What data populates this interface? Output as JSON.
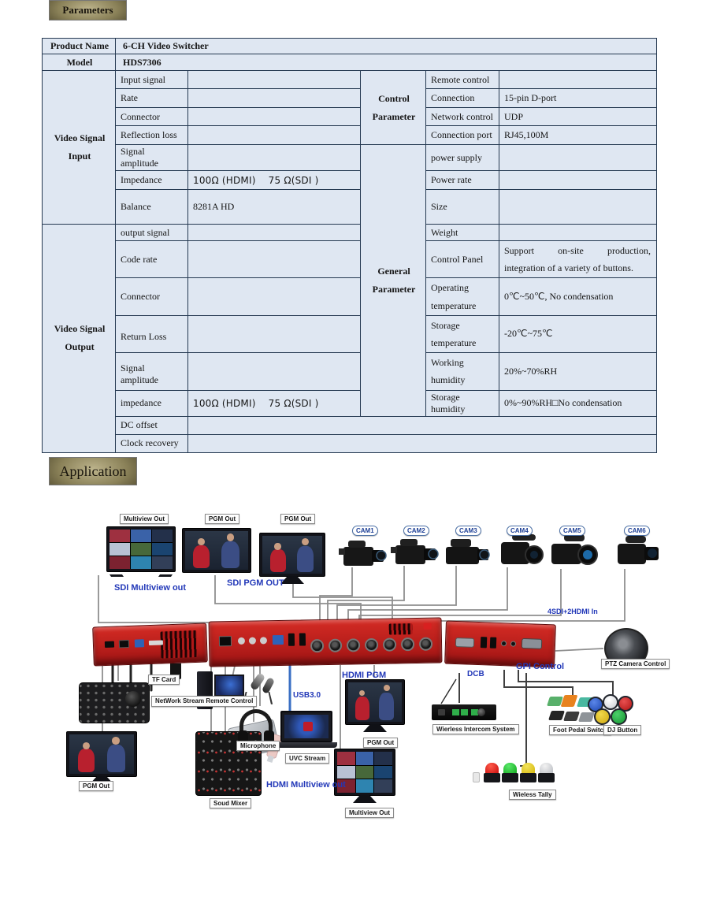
{
  "sections": {
    "parameters": "Parameters",
    "application": "Application"
  },
  "colors": {
    "table_header_blue": "#a9c5e8",
    "table_cell_blue": "#dfe7f2",
    "table_border": "#253951",
    "diagram_text_blue": "#2238b8",
    "switcher_red": "#c42019"
  },
  "table": {
    "header": [
      {
        "label": "Product Name",
        "value": "6-CH Video Switcher"
      },
      {
        "label": "Model",
        "value": "HDS7306"
      }
    ],
    "left_group1": "Video Signal Input",
    "left_group2": "Video Signal Output",
    "right_group1": "Control Parameter",
    "right_group2": "General Parameter",
    "left_rows": [
      {
        "label": "Input signal",
        "value": ""
      },
      {
        "label": "Rate",
        "value": ""
      },
      {
        "label": "Connector",
        "value": ""
      },
      {
        "label": "Reflection loss",
        "value": ""
      },
      {
        "label": "Signal amplitude",
        "value": ""
      },
      {
        "label": "Impedance",
        "value": "100Ω (HDMI)    75 Ω(SDI )"
      },
      {
        "label": "Balance",
        "value": "8281A HD"
      },
      {
        "label": "output signal",
        "value": ""
      },
      {
        "label": "Code rate",
        "value": ""
      },
      {
        "label": "Connector",
        "value": ""
      },
      {
        "label": "Return Loss",
        "value": ""
      },
      {
        "label": "Signal amplitude",
        "value": ""
      },
      {
        "label": "impedance",
        "value": "100Ω (HDMI)    75 Ω(SDI )"
      },
      {
        "label": "DC offset",
        "value": ""
      },
      {
        "label": "Clock recovery",
        "value": ""
      }
    ],
    "right_rows": [
      {
        "label": "Remote control",
        "value": ""
      },
      {
        "label": "Connection",
        "value": "15-pin D-port"
      },
      {
        "label": "Network control",
        "value": "UDP"
      },
      {
        "label": "Connection port",
        "value": "RJ45,100M"
      },
      {
        "label": "power supply",
        "value": ""
      },
      {
        "label": "Power rate",
        "value": ""
      },
      {
        "label": "Size",
        "value": ""
      },
      {
        "label": "Weight",
        "value": ""
      },
      {
        "label": "Control Panel",
        "value": "Support on-site production, integration of a variety of buttons."
      },
      {
        "label": "Operating temperature",
        "value": "0℃~50℃, No condensation"
      },
      {
        "label": "Storage temperature",
        "value": "-20℃~75℃"
      },
      {
        "label": "Working humidity",
        "value": "20%~70%RH"
      },
      {
        "label": "Storage humidity",
        "value": "0%~90%RH□No condensation"
      }
    ]
  },
  "diagram": {
    "monitors": {
      "top_multiview": "Multiview Out",
      "top_pgm_a": "PGM Out",
      "top_pgm_b": "PGM Out",
      "left_pgm": "PGM Out",
      "mid_pgm": "PGM Out",
      "bottom_multiview": "Multiview Out"
    },
    "cams": [
      "CAM1",
      "CAM2",
      "CAM3",
      "CAM4",
      "CAM5",
      "CAM6"
    ],
    "blue_labels": {
      "sdi_multiview": "SDI Multiview out",
      "sdi_pgm": "SDI PGM OUT",
      "sdi_hdmi_in": "4SDI+2HDMI In",
      "hdmi_pgm": "HDMI PGM",
      "usb3": "USB3.0",
      "hdmi_multiview": "HDMI Multiview out",
      "gpi": "GPI Control",
      "dcb": "DCB"
    },
    "tags": {
      "tf_card": "TF Card",
      "network_stream": "NetWork Stream Remote Control",
      "soud_mixer": "Soud Mixer",
      "microphone": "Microphone",
      "uvc_stream": "UVC Stream",
      "intercom": "Wierless Intercom System",
      "foot_pedal": "Foot Pedal Switch",
      "dj_button": "DJ Button",
      "tally": "Wieless Tally",
      "ptz": "PTZ Camera Control"
    }
  }
}
